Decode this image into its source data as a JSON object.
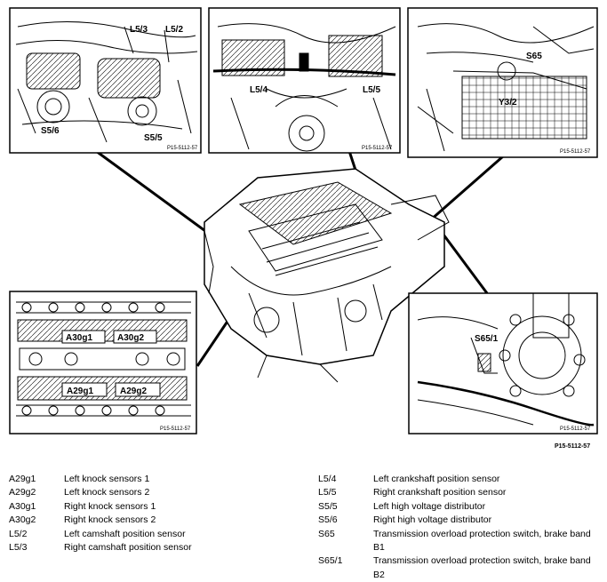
{
  "figure": {
    "id": "P15-5112-57",
    "panels": {
      "top_left": {
        "labels": [
          "L5/3",
          "L5/2",
          "S5/6",
          "S5/5"
        ],
        "id": "P15-5112-57"
      },
      "top_middle": {
        "labels": [
          "L5/4",
          "L5/5"
        ],
        "id": "P15-5112-57"
      },
      "top_right": {
        "labels": [
          "S65",
          "Y3/2"
        ],
        "id": "P15-5112-57"
      },
      "bottom_left": {
        "labels": [
          "A30g1",
          "A30g2",
          "A29g1",
          "A29g2"
        ],
        "id": "P15-5112-57"
      },
      "bottom_right": {
        "labels": [
          "S65/1"
        ],
        "id": "P15-5112-57"
      }
    }
  },
  "legend": {
    "left": [
      {
        "code": "A29g1",
        "desc": "Left knock sensors 1"
      },
      {
        "code": "A29g2",
        "desc": "Left knock sensors 2"
      },
      {
        "code": "A30g1",
        "desc": "Right knock sensors 1"
      },
      {
        "code": "A30g2",
        "desc": "Right knock sensors 2"
      },
      {
        "code": "L5/2",
        "desc": "Left camshaft position sensor"
      },
      {
        "code": "L5/3",
        "desc": "Right camshaft position sensor"
      }
    ],
    "right": [
      {
        "code": "L5/4",
        "desc": "Left crankshaft position sensor"
      },
      {
        "code": "L5/5",
        "desc": "Right crankshaft position sensor"
      },
      {
        "code": "S5/5",
        "desc": "Left high voltage distributor"
      },
      {
        "code": "S5/6",
        "desc": "Right high voltage distributor"
      },
      {
        "code": "S65",
        "desc": "Transmission overload protection switch, brake band B1"
      },
      {
        "code": "S65/1",
        "desc": "Transmission overload protection switch, brake band B2"
      }
    ]
  }
}
